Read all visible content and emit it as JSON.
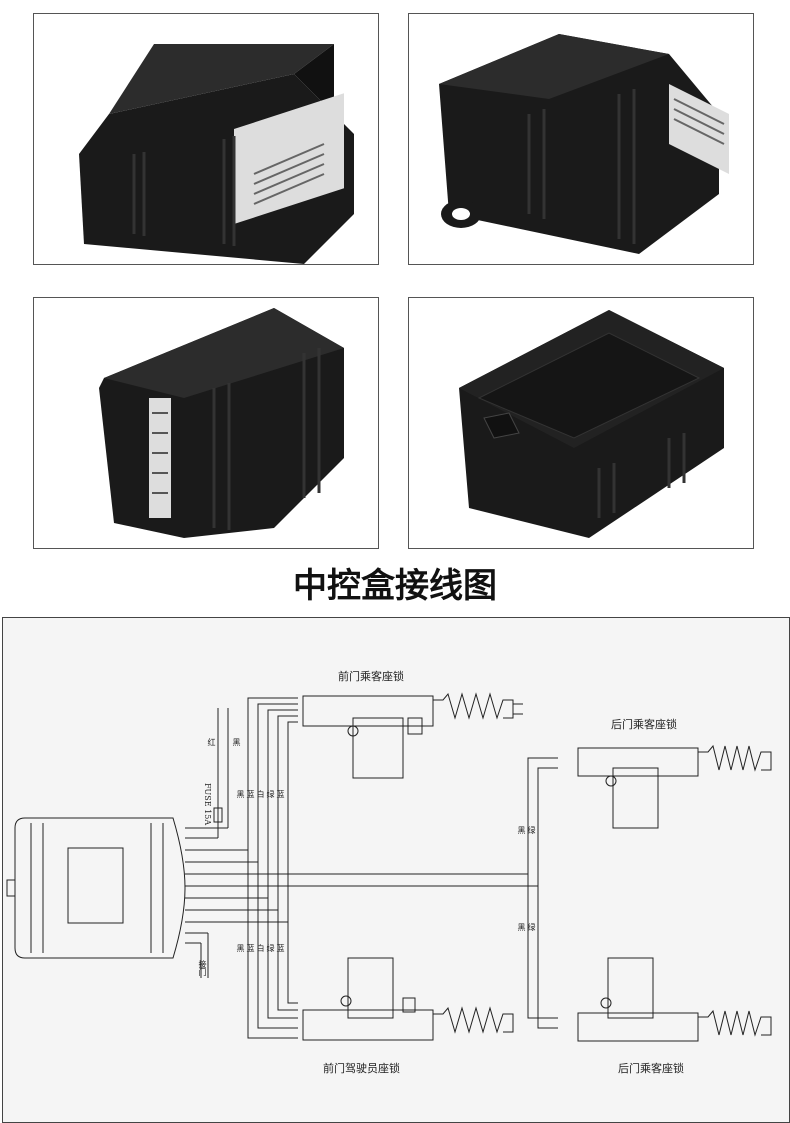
{
  "title": "中控盒接线图",
  "photos": [
    {
      "name": "control-box-front-view",
      "icon": "control-box-icon"
    },
    {
      "name": "control-box-mount-view",
      "icon": "control-box-icon"
    },
    {
      "name": "control-box-connector-view",
      "icon": "control-box-icon"
    },
    {
      "name": "control-box-bottom-view",
      "icon": "control-box-icon"
    }
  ],
  "diagram": {
    "labels": {
      "front_passenger_lock": "前门乘客座锁",
      "rear_passenger_lock_top": "后门乘客座锁",
      "front_driver_lock": "前门驾驶员座锁",
      "rear_passenger_lock_bottom": "后门乘客座锁"
    },
    "power_wires": {
      "red": "红",
      "black": "黑",
      "fuse": "FUSE 15A"
    },
    "main_wire_labels": [
      "黑",
      "蓝",
      "白",
      "绿",
      "蓝"
    ],
    "driver_wire_labels": [
      "黑",
      "蓝",
      "白",
      "绿",
      "蓝"
    ],
    "rear_wire_labels_top": [
      "黑",
      "绿"
    ],
    "rear_wire_labels_bottom": [
      "黑",
      "绿"
    ],
    "ground_label": "接门"
  }
}
